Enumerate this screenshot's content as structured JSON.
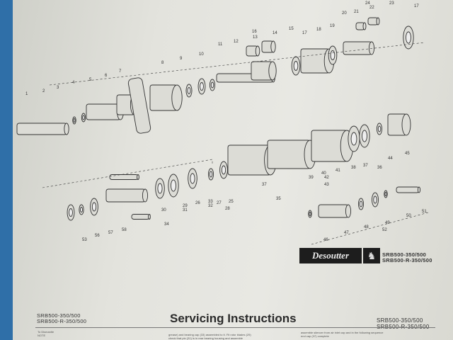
{
  "brand": {
    "logo_text": "Desoutter",
    "logo_icon": "horse-head-icon"
  },
  "models": [
    "SRB500-350/500",
    "SRB500-R-350/500"
  ],
  "header": {
    "title": "Servicing Instructions",
    "left_models": [
      "SRB500-350/500",
      "SRB500-R-350/500"
    ],
    "right_models": [
      "SRB500-350/500",
      "SRB500-R-350/500"
    ]
  },
  "body_text": {
    "col1": [
      "To Dismantle",
      "NOTE"
    ],
    "col2": [
      "grease) and bearing cap (33) assembled to it. Fit rotor blades (29)",
      "check that pin (31) is in rear bearing housing and assemble"
    ],
    "col3": [
      "assemble silencer from air inlet cap and in the following sequence",
      "end cap (37) complete"
    ]
  },
  "part_labels": [
    "1",
    "2",
    "3",
    "4",
    "5",
    "6",
    "7",
    "8",
    "9",
    "10",
    "11",
    "12",
    "13",
    "14",
    "15",
    "16",
    "17",
    "18",
    "19",
    "20",
    "21",
    "22",
    "23",
    "24",
    "17",
    "44",
    "45",
    "36",
    "37",
    "38",
    "41",
    "42",
    "40",
    "39",
    "43",
    "35",
    "37",
    "34",
    "33",
    "26",
    "27",
    "28",
    "29",
    "30",
    "31",
    "32",
    "25",
    "53",
    "56",
    "57",
    "58",
    "46",
    "47",
    "48",
    "49",
    "50",
    "51",
    "52"
  ],
  "colors": {
    "paper": "#e3e3dd",
    "background": "#2f6fa8",
    "ink": "#222222"
  }
}
